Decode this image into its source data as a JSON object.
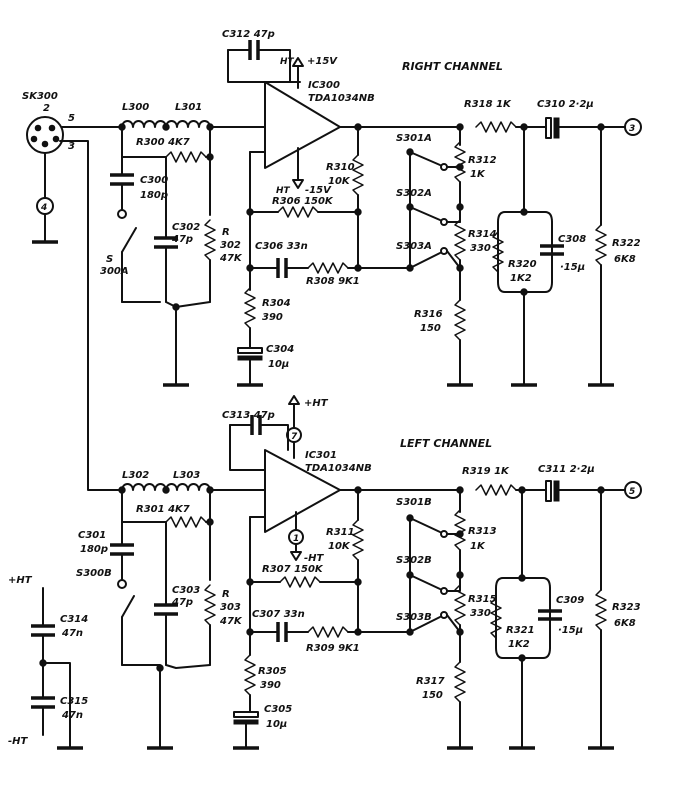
{
  "channels": {
    "right": "RIGHT CHANNEL",
    "left": "LEFT CHANNEL"
  },
  "connector": {
    "name": "SK300",
    "pin2": "2",
    "pin5": "5",
    "pin3": "3",
    "pin4": "4"
  },
  "right": {
    "c312": "C312",
    "c312_val": "47p",
    "ht_pos": "HT",
    "v_pos": "+15V",
    "ic": "IC300",
    "ic_type": "TDA1034NB",
    "ht_neg": "HT",
    "v_neg": "-15V",
    "l300": "L300",
    "l301": "L301",
    "r300": "R300",
    "r300_val": "4K7",
    "c300": "C300",
    "c300_val": "180p",
    "c302": "C302",
    "c302_val": "47p",
    "r302_a": "R",
    "r302_b": "302",
    "r302_val": "47K",
    "s300a_a": "S",
    "s300a_b": "300A",
    "r310": "R310",
    "r310_val": "10K",
    "r306": "R306",
    "r306_val": "150K",
    "c306": "C306",
    "c306_val": "33n",
    "r308": "R308",
    "r308_val": "9K1",
    "r304": "R304",
    "r304_val": "390",
    "c304": "C304",
    "c304_val": "10µ",
    "s301a": "S301A",
    "s302a": "S302A",
    "s303a": "S303A",
    "r312": "R312",
    "r312_val": "1K",
    "r314": "R314",
    "r314_val": "330",
    "r316": "R316",
    "r316_val": "150",
    "r318": "R318",
    "r318_val": "1K",
    "c310": "C310",
    "c310_val": "2·2µ",
    "c308": "C308",
    "c308_val": "·15µ",
    "r320": "R320",
    "r320_val": "1K2",
    "r322": "R322",
    "r322_val": "6K8",
    "out": "3"
  },
  "left": {
    "c313": "C313",
    "c313_val": "47p",
    "ht_pos": "+HT",
    "pin7": "7",
    "ic": "IC301",
    "ic_type": "TDA1034NB",
    "pin1": "1",
    "ht_neg": "-HT",
    "l302": "L302",
    "l303": "L303",
    "r301": "R301",
    "r301_val": "4K7",
    "c301": "C301",
    "c301_val": "180p",
    "c303": "C303",
    "c303_val": "47p",
    "r303_a": "R",
    "r303_b": "303",
    "r303_val": "47K",
    "s300b": "S300B",
    "r311": "R311",
    "r311_val": "10K",
    "r307": "R307",
    "r307_val": "150K",
    "c307": "C307",
    "c307_val": "33n",
    "r309": "R309",
    "r309_val": "9K1",
    "r305": "R305",
    "r305_val": "390",
    "c305": "C305",
    "c305_val": "10µ",
    "s301b": "S301B",
    "s302b": "S302B",
    "s303b": "S303B",
    "r313": "R313",
    "r313_val": "1K",
    "r315": "R315",
    "r315_val": "330",
    "r317": "R317",
    "r317_val": "150",
    "r319": "R319",
    "r319_val": "1K",
    "c311": "C311",
    "c311_val": "2·2µ",
    "c309": "C309",
    "c309_val": "·15µ",
    "r321": "R321",
    "r321_val": "1K2",
    "r323": "R323",
    "r323_val": "6K8",
    "out": "5"
  },
  "supply": {
    "ht_pos": "+HT",
    "ht_neg": "-HT",
    "c314": "C314",
    "c314_val": "47n",
    "c315": "C315",
    "c315_val": "47n"
  }
}
